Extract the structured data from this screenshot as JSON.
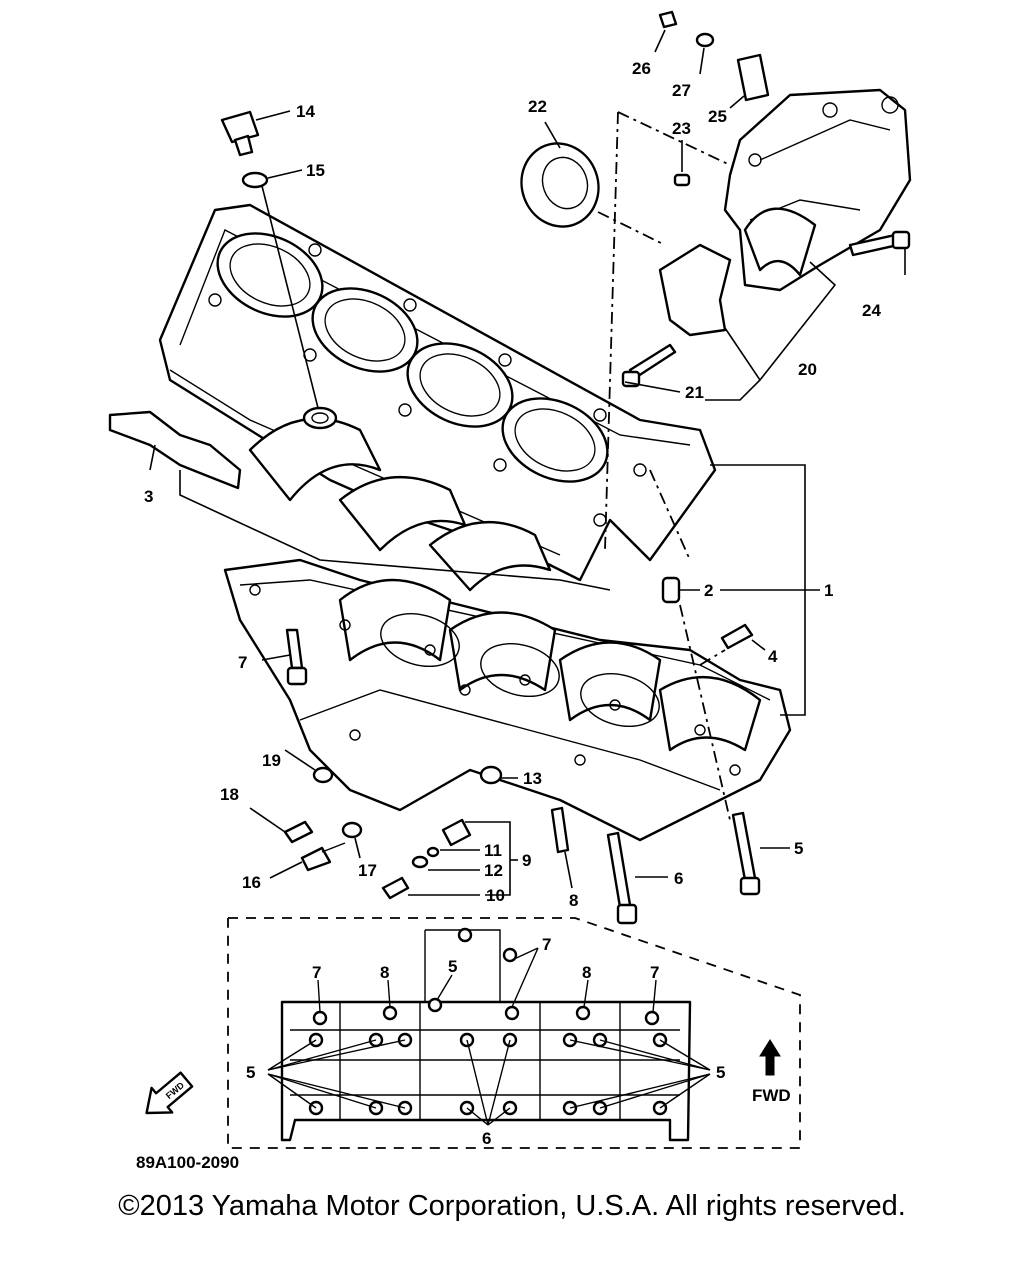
{
  "diagram": {
    "callouts": [
      {
        "id": "1",
        "text": "1"
      },
      {
        "id": "2",
        "text": "2"
      },
      {
        "id": "3",
        "text": "3"
      },
      {
        "id": "4",
        "text": "4"
      },
      {
        "id": "5",
        "text": "5"
      },
      {
        "id": "6",
        "text": "6"
      },
      {
        "id": "7",
        "text": "7"
      },
      {
        "id": "8",
        "text": "8"
      },
      {
        "id": "9",
        "text": "9"
      },
      {
        "id": "10",
        "text": "10"
      },
      {
        "id": "11",
        "text": "11"
      },
      {
        "id": "12",
        "text": "12"
      },
      {
        "id": "13",
        "text": "13"
      },
      {
        "id": "14",
        "text": "14"
      },
      {
        "id": "15",
        "text": "15"
      },
      {
        "id": "16",
        "text": "16"
      },
      {
        "id": "17",
        "text": "17"
      },
      {
        "id": "18",
        "text": "18"
      },
      {
        "id": "19",
        "text": "19"
      },
      {
        "id": "20",
        "text": "20"
      },
      {
        "id": "21",
        "text": "21"
      },
      {
        "id": "22",
        "text": "22"
      },
      {
        "id": "23",
        "text": "23"
      },
      {
        "id": "24",
        "text": "24"
      },
      {
        "id": "25",
        "text": "25"
      },
      {
        "id": "26",
        "text": "26"
      },
      {
        "id": "27",
        "text": "27"
      }
    ],
    "inset": {
      "label_5": "5",
      "label_6": "6",
      "label_7": "7",
      "label_8": "8",
      "fwd_left": "FWD",
      "fwd_right": "FWD"
    },
    "drawing_code": "89A100-2090"
  },
  "footer": {
    "copyright": "©2013 Yamaha Motor Corporation, U.S.A. All rights reserved."
  }
}
